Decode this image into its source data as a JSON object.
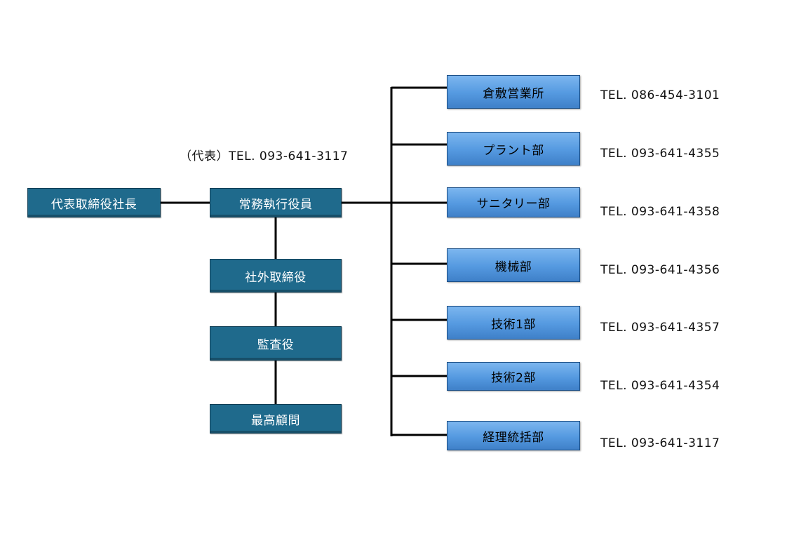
{
  "main_tel": "（代表）TEL. 093-641-3117",
  "president": "代表取締役社長",
  "executive": "常務執行役員",
  "outside_director": "社外取締役",
  "auditor": "監査役",
  "advisor": "最高顧問",
  "departments": [
    {
      "name": "倉敷営業所",
      "tel": "TEL. 086-454-3101"
    },
    {
      "name": "プラント部",
      "tel": "TEL. 093-641-4355"
    },
    {
      "name": "サニタリー部",
      "tel": "TEL. 093-641-4358"
    },
    {
      "name": "機械部",
      "tel": "TEL. 093-641-4356"
    },
    {
      "name": "技術1部",
      "tel": "TEL. 093-641-4357"
    },
    {
      "name": "技術2部",
      "tel": "TEL. 093-641-4354"
    },
    {
      "name": "経理統括部",
      "tel": "TEL. 093-641-3117"
    }
  ]
}
